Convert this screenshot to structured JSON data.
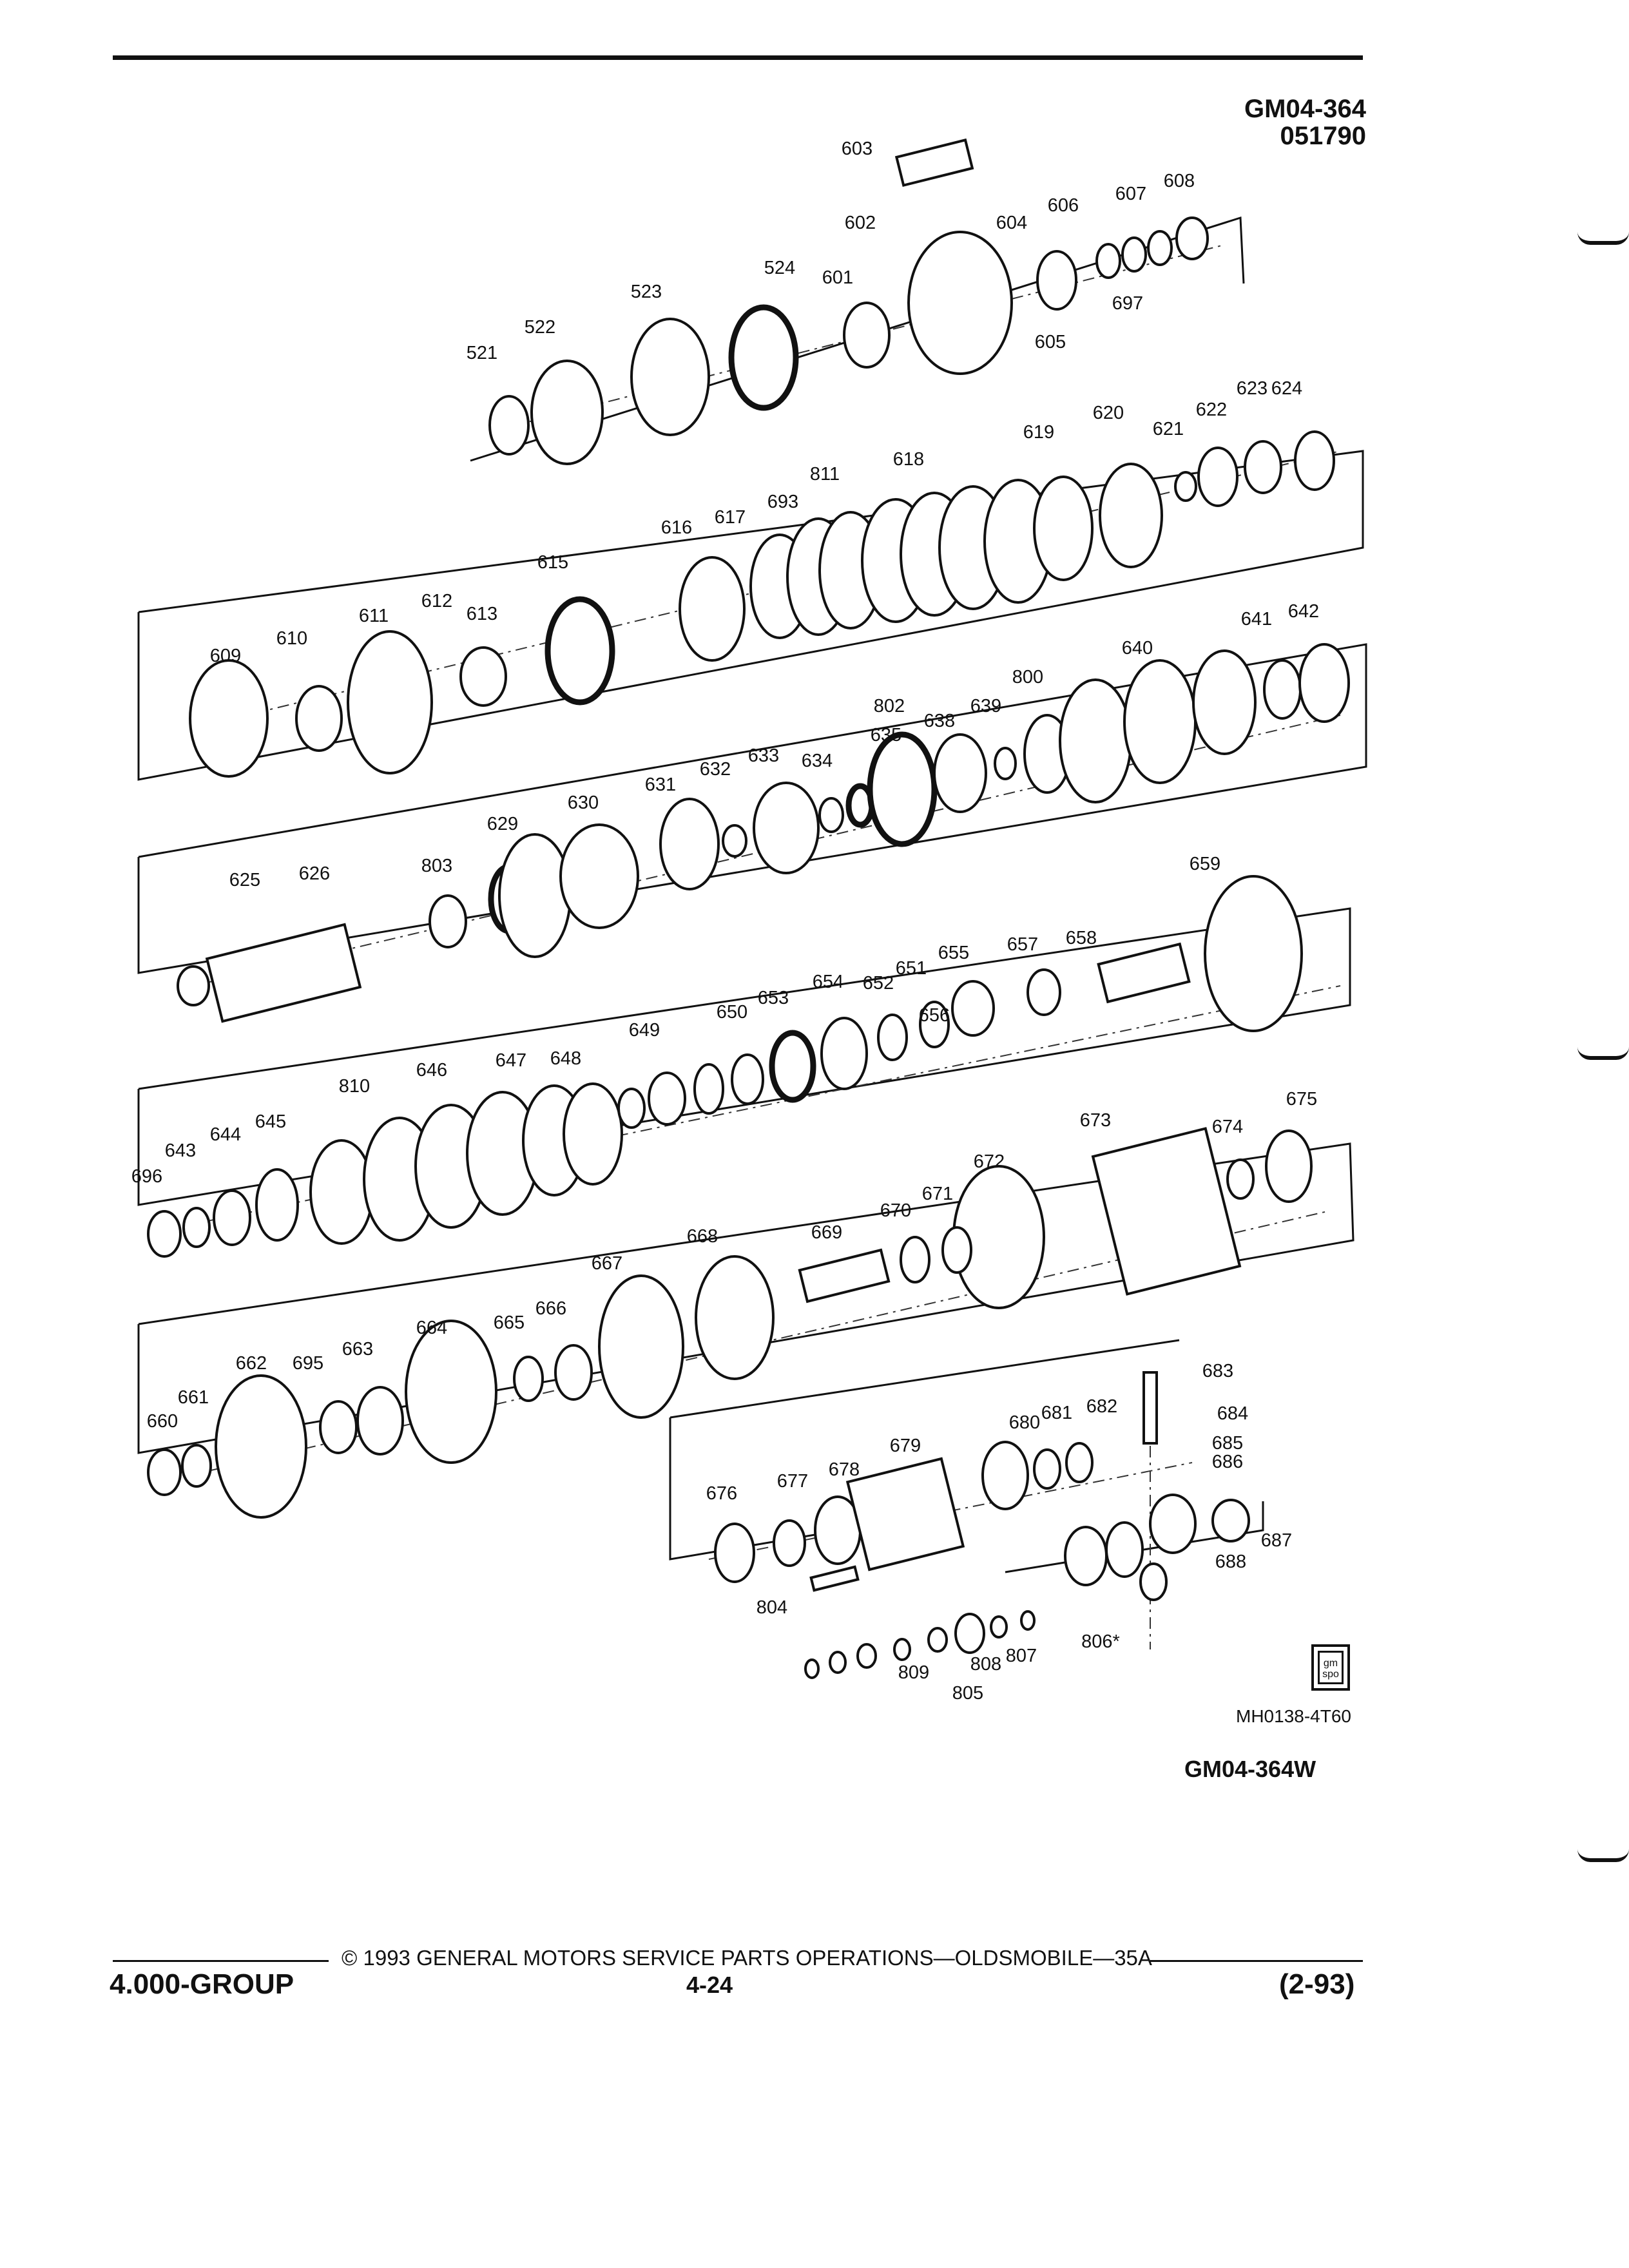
{
  "header": {
    "code_line1": "GM04-364",
    "code_line2": "051790"
  },
  "callouts": [
    "603",
    "602",
    "604",
    "606",
    "607",
    "608",
    "524",
    "601",
    "523",
    "522",
    "521",
    "605",
    "697",
    "623",
    "624",
    "620",
    "622",
    "621",
    "619",
    "618",
    "811",
    "693",
    "617",
    "616",
    "615",
    "612",
    "613",
    "611",
    "610",
    "609",
    "641",
    "642",
    "640",
    "800",
    "802",
    "638",
    "639",
    "635",
    "634",
    "633",
    "632",
    "631",
    "630",
    "629",
    "803",
    "625",
    "626",
    "659",
    "658",
    "657",
    "655",
    "651",
    "654",
    "652",
    "653",
    "650",
    "649",
    "656",
    "648",
    "647",
    "646",
    "810",
    "645",
    "644",
    "643",
    "696",
    "673",
    "675",
    "674",
    "672",
    "671",
    "670",
    "669",
    "668",
    "667",
    "666",
    "665",
    "664",
    "663",
    "695",
    "662",
    "661",
    "660",
    "683",
    "684",
    "685",
    "686",
    "680",
    "681",
    "682",
    "679",
    "678",
    "677",
    "676",
    "687",
    "688",
    "804",
    "806*",
    "807",
    "808",
    "809",
    "805"
  ],
  "logo_text": "gm spo",
  "image_code": "MH0138-4T60",
  "figure_id": "GM04-364W",
  "footer": {
    "copyright": "© 1993 GENERAL MOTORS SERVICE PARTS OPERATIONS—OLDSMOBILE—35A",
    "group": "4.000-GROUP",
    "page": "4-24",
    "date_code": "(2-93)"
  }
}
